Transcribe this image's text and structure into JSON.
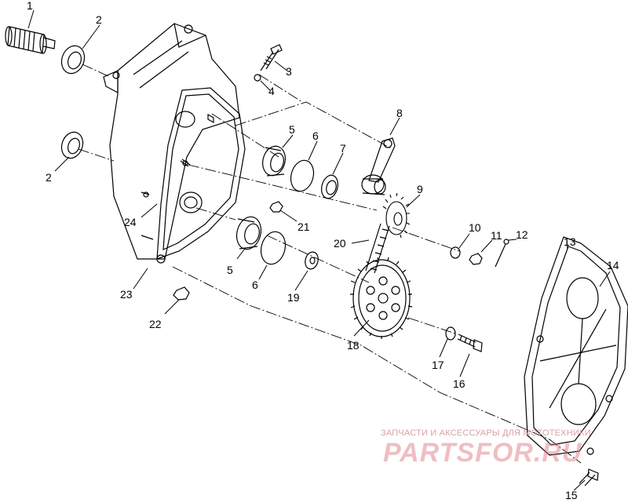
{
  "callouts": [
    {
      "id": "c1",
      "text": "1"
    },
    {
      "id": "c2a",
      "text": "2"
    },
    {
      "id": "c2b",
      "text": "2"
    },
    {
      "id": "c3",
      "text": "3"
    },
    {
      "id": "c4",
      "text": "4"
    },
    {
      "id": "c5a",
      "text": "5"
    },
    {
      "id": "c5b",
      "text": "5"
    },
    {
      "id": "c6a",
      "text": "6"
    },
    {
      "id": "c6b",
      "text": "6"
    },
    {
      "id": "c7",
      "text": "7"
    },
    {
      "id": "c8",
      "text": "8"
    },
    {
      "id": "c9",
      "text": "9"
    },
    {
      "id": "c10",
      "text": "10"
    },
    {
      "id": "c11",
      "text": "11"
    },
    {
      "id": "c12",
      "text": "12"
    },
    {
      "id": "c13",
      "text": "13"
    },
    {
      "id": "c14",
      "text": "14"
    },
    {
      "id": "c15",
      "text": "15"
    },
    {
      "id": "c16",
      "text": "16"
    },
    {
      "id": "c17",
      "text": "17"
    },
    {
      "id": "c18",
      "text": "18"
    },
    {
      "id": "c19",
      "text": "19"
    },
    {
      "id": "c20",
      "text": "20"
    },
    {
      "id": "c21",
      "text": "21"
    },
    {
      "id": "c22",
      "text": "22"
    },
    {
      "id": "c23",
      "text": "23"
    },
    {
      "id": "c24",
      "text": "24"
    }
  ],
  "watermark": {
    "small": "ЗАПЧАСТИ И АКСЕССУАРЫ ДЛЯ МОТОТЕХНИКИ",
    "big": "PARTSFOR.RU"
  },
  "colors": {
    "line": "#000000",
    "watermark": "#dc6e78"
  }
}
